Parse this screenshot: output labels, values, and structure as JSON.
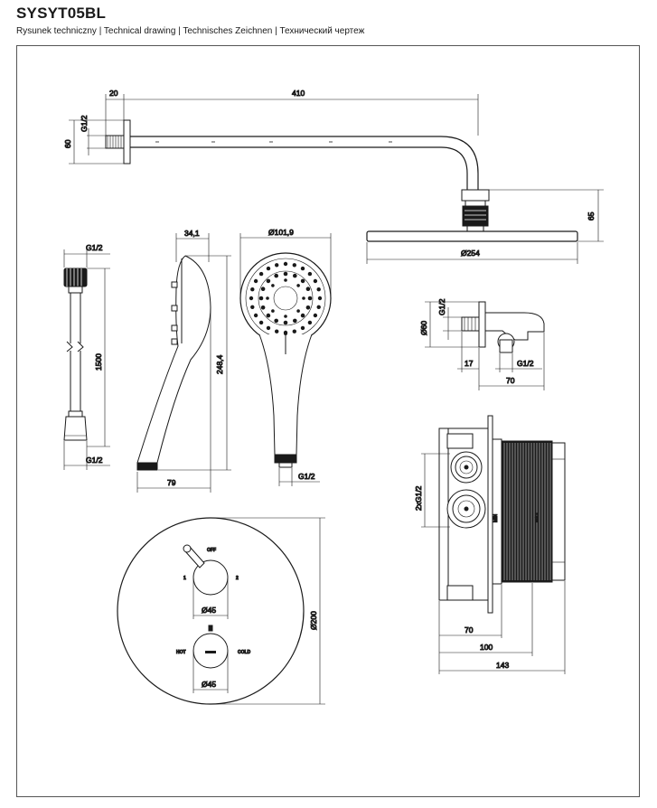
{
  "header": {
    "model": "SYSYT05BL",
    "subtitle": "Rysunek techniczny | Technical drawing | Technisches Zeichnen | Технический чертеж"
  },
  "dimensions": {
    "arm_wall_depth": "20",
    "arm_length": "410",
    "arm_thread": "G1/2",
    "arm_flange": "60",
    "head_drop": "65",
    "head_diameter": "Ø254",
    "hose_thread_top": "G1/2",
    "hose_length": "1500",
    "hose_thread_bottom": "G1/2",
    "hand_width": "34,1",
    "hand_length": "248,4",
    "hand_depth": "79",
    "hand_face": "Ø101,9",
    "hand_thread": "G1/2",
    "holder_thread": "G1/2",
    "holder_flange": "Ø60",
    "holder_depth_small": "17",
    "holder_outlet_thread": "G1/2",
    "holder_depth": "70",
    "box_threads": "2xG1/2",
    "box_d70": "70",
    "box_d100": "100",
    "box_d143": "143",
    "plate_diameter": "Ø200",
    "knob_top": "Ø45",
    "knob_bottom": "Ø45"
  },
  "labels": {
    "min": "MIN",
    "max": "MAX",
    "off": "OFF",
    "mode_left": "1",
    "mode_right": "2",
    "hot": "HOT",
    "cold": "COLD"
  }
}
